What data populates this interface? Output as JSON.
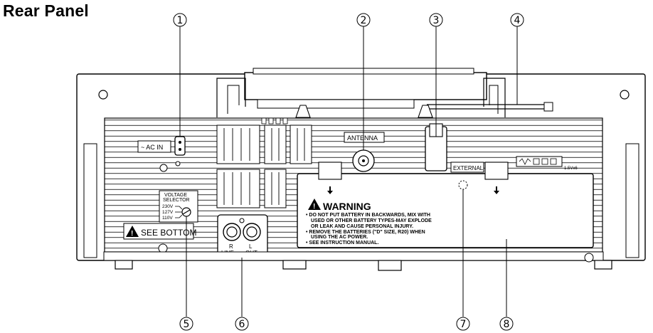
{
  "title": "Rear Panel",
  "callouts": [
    "1",
    "2",
    "3",
    "4",
    "5",
    "6",
    "7",
    "8"
  ],
  "labels": {
    "ac_in": "~ AC IN",
    "antenna": "ANTENNA",
    "external": "EXTERNAL",
    "voltage_selector_1": "VOLTAGE",
    "voltage_selector_2": "SELECTOR",
    "v230": "230V",
    "v127": "127V",
    "v110": "110V",
    "see_bottom": "SEE BOTTOM",
    "jack_r": "R",
    "jack_l": "L",
    "line": "LINE",
    "out": "OUT",
    "dc_spec": "1.5Vx6"
  },
  "warning": {
    "heading": "WARNING",
    "lines": [
      "• DO NOT PUT BATTERY IN BACKWARDS, MIX WITH",
      "USED OR OTHER BATTERY TYPES-MAY EXPLODE",
      "OR LEAK AND CAUSE PERSONAL INJURY.",
      "• REMOVE THE BATTERIES (\"D\" SIZE, R20) WHEN",
      "USING THE AC POWER.",
      "• SEE INSTRUCTION MANUAL."
    ]
  }
}
